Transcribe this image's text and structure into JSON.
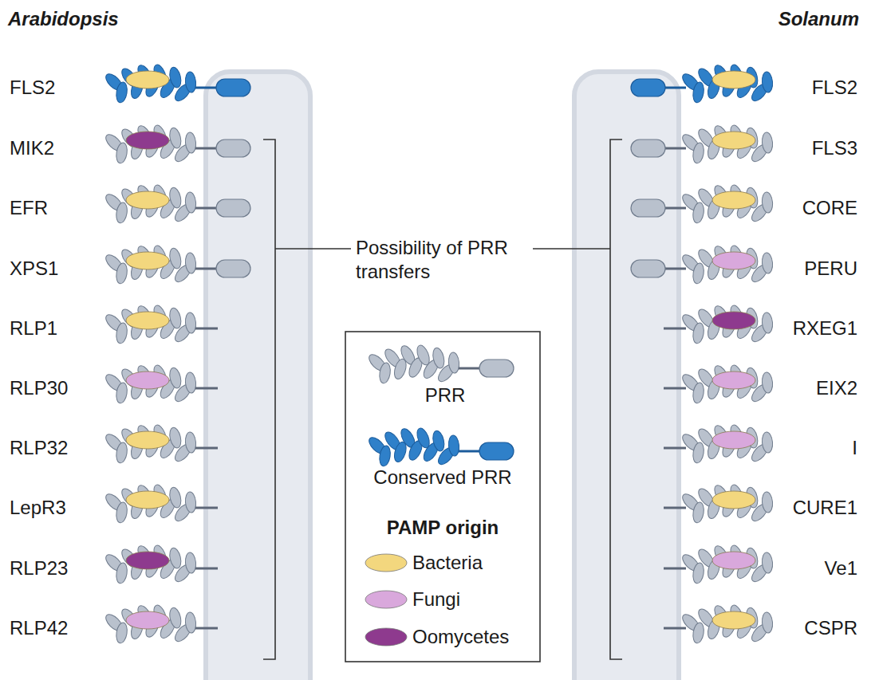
{
  "diagram": {
    "labels": [
      "Arabidopsis",
      "Solanum",
      "FLS2",
      "MIK2",
      "EFR",
      "XPS1",
      "RLP1",
      "RLP30",
      "RLP32",
      "LepR3",
      "RLP23",
      "RLP42",
      "FLS2",
      "FLS3",
      "CORE",
      "PERU",
      "RXEG1",
      "EIX2",
      "I",
      "CURE1",
      "Ve1",
      "CSPR",
      "Possibility of PRR transfers",
      "PAMP origin"
    ],
    "legend": [
      {
        "text": "PRR"
      },
      {
        "text": "Conserved PRR"
      },
      {
        "text": "Bacteria",
        "color": "#f3d77e"
      },
      {
        "text": "Fungi",
        "color": "#d9a8dc"
      },
      {
        "text": "Oomycetes",
        "color": "#8e3a8e"
      }
    ]
  }
}
